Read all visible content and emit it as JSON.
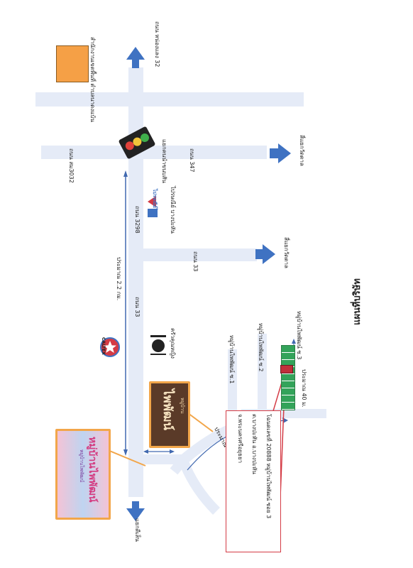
{
  "map_title": "แผนที่บริษัท",
  "destinations": {
    "north_road": "ถนน หน่องแลง 32",
    "south": "แยกตีเส็น",
    "east_top": "สี่แยกวัดตาล",
    "east_mid": "สี่แยกวัดตาล"
  },
  "roads": {
    "r3032": "ถนน สม3032",
    "r347": "ถนน 347",
    "r3298": "ถนน 3298",
    "r33_east": "ถนน 33",
    "r33_main": "ถนน 33"
  },
  "landmarks": {
    "district_office": "สำนักงานเขตพื้นที่ ตำบลนาดงแบ้น",
    "junction": "แยกคนนำขนบสัน",
    "post_office": "ไปรษณีย์ บางปะหัน",
    "post_logo": "ไปรษณีย์ไทย",
    "restaurant": "ครัวคุณหญิง",
    "caltex": "CALTEX",
    "village_1": "หมู่บ้านไพพัฒน์ ซ.1",
    "village_2": "หมู่บ้านไพพัฒน์ ซ.2",
    "village_3": "หมู่บ้านไพพัฒน์ ซ.3"
  },
  "distances": {
    "main": "ประมาณ 2.2 กม.",
    "inner": "ประมาณ 560 ม.",
    "end": "ประมาณ 40 ม."
  },
  "signs": {
    "wood_title": "หมู่บ้าน",
    "wood_name": "ไพพัฒน์",
    "pink_title": "หมู่บ้านไพพัฒน์",
    "pink_sub": "หมู่บ้านไพพัฒน์"
  },
  "address": {
    "line1": "โฉนดเลขที่ 20888 หมู่บ้านไพพัฒน์ ซอย 3",
    "line2": "ต.บางปะหัน อ.บางปะหัน",
    "line3": "จ.พระนครศรีอยุธยา"
  },
  "colors": {
    "road": "#e5ebf7",
    "arrow": "#3f72c2",
    "sign_border": "#f2a64a",
    "callout": "#d43b45",
    "marker": "#c0303b",
    "lot": "#33a35a",
    "office": "#f5a046"
  },
  "icons": [
    "traffic-light-icon",
    "post-office-logo-icon",
    "restaurant-icon",
    "caltex-logo-icon",
    "direction-arrow-icon",
    "location-marker-icon"
  ]
}
